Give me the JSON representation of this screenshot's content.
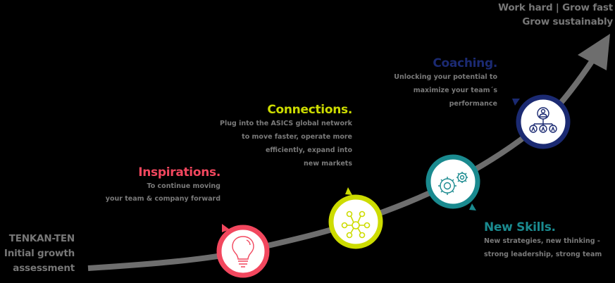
{
  "goal": {
    "line1": "Work hard | Grow fast",
    "line2": "Grow sustainably"
  },
  "start": {
    "line1": "TENKAN-TEN",
    "line2": "Initial growth",
    "line3": "assessment"
  },
  "stages": [
    {
      "title": "Inspirations.",
      "color": "#f2475e",
      "icon": "lightbulb-icon",
      "lines": [
        "To continue moving",
        "your team & company forward"
      ]
    },
    {
      "title": "Connections.",
      "color": "#cddc00",
      "icon": "network-hub-icon",
      "lines": [
        "Plug into the ASICS global network",
        "to move faster, operate more",
        "efficiently, expand into",
        "new markets"
      ]
    },
    {
      "title": "New Skills.",
      "color": "#1a8a8f",
      "icon": "gears-icon",
      "lines": [
        "New strategies, new thinking -",
        "strong leadership, strong team"
      ]
    },
    {
      "title": "Coaching.",
      "color": "#1b2a72",
      "icon": "team-hierarchy-icon",
      "lines": [
        "Unlocking your potential to",
        "maximize your team´s",
        "performance"
      ]
    }
  ],
  "colors": {
    "curve": "#6e6e6e",
    "text_gray": "#7a7a7a",
    "background": "#000000"
  }
}
